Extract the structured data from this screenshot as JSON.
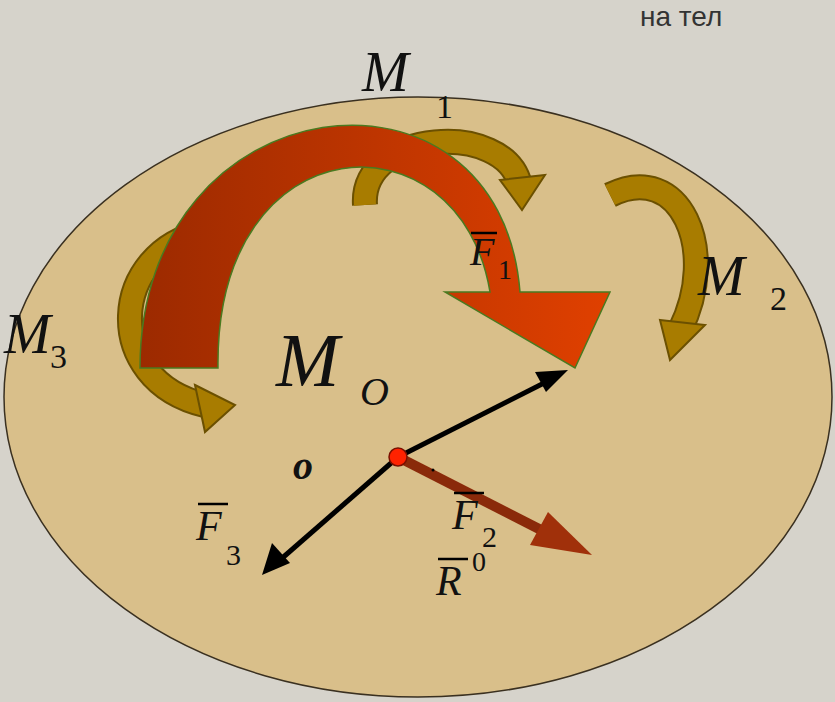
{
  "diagram": {
    "labels": [
      "на тел",
      "M",
      "1",
      "M",
      "2",
      "M",
      "3",
      "M",
      "O",
      "o",
      "F",
      "1",
      "F",
      "2",
      "F",
      "3",
      "R",
      "0"
    ]
  }
}
